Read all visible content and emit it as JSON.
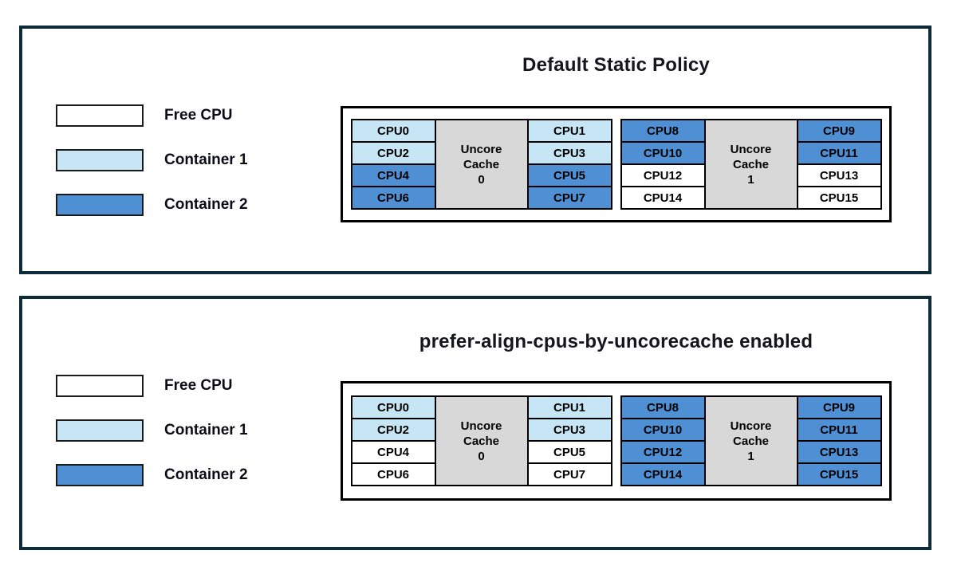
{
  "colors": {
    "free": "#FFFFFF",
    "container1": "#C6E6F5",
    "container2": "#4F90D5",
    "cache_gray": "#D8D8D8",
    "panel_border": "#0D2B39",
    "cell_border": "#000000"
  },
  "legend": {
    "items": [
      {
        "label": "Free CPU",
        "fill": "free"
      },
      {
        "label": "Container 1",
        "fill": "container1"
      },
      {
        "label": "Container 2",
        "fill": "container2"
      }
    ]
  },
  "panels": [
    {
      "title": "Default Static Policy",
      "groups": [
        {
          "cache": {
            "lines": [
              "Uncore",
              "Cache",
              "0"
            ]
          },
          "left": [
            {
              "label": "CPU0",
              "fill": "container1"
            },
            {
              "label": "CPU2",
              "fill": "container1"
            },
            {
              "label": "CPU4",
              "fill": "container2"
            },
            {
              "label": "CPU6",
              "fill": "container2"
            }
          ],
          "right": [
            {
              "label": "CPU1",
              "fill": "container1"
            },
            {
              "label": "CPU3",
              "fill": "container1"
            },
            {
              "label": "CPU5",
              "fill": "container2"
            },
            {
              "label": "CPU7",
              "fill": "container2"
            }
          ]
        },
        {
          "cache": {
            "lines": [
              "Uncore",
              "Cache",
              "1"
            ]
          },
          "left": [
            {
              "label": "CPU8",
              "fill": "container2"
            },
            {
              "label": "CPU10",
              "fill": "container2"
            },
            {
              "label": "CPU12",
              "fill": "free"
            },
            {
              "label": "CPU14",
              "fill": "free"
            }
          ],
          "right": [
            {
              "label": "CPU9",
              "fill": "container2"
            },
            {
              "label": "CPU11",
              "fill": "container2"
            },
            {
              "label": "CPU13",
              "fill": "free"
            },
            {
              "label": "CPU15",
              "fill": "free"
            }
          ]
        }
      ]
    },
    {
      "title": "prefer-align-cpus-by-uncorecache enabled",
      "groups": [
        {
          "cache": {
            "lines": [
              "Uncore",
              "Cache",
              "0"
            ]
          },
          "left": [
            {
              "label": "CPU0",
              "fill": "container1"
            },
            {
              "label": "CPU2",
              "fill": "container1"
            },
            {
              "label": "CPU4",
              "fill": "free"
            },
            {
              "label": "CPU6",
              "fill": "free"
            }
          ],
          "right": [
            {
              "label": "CPU1",
              "fill": "container1"
            },
            {
              "label": "CPU3",
              "fill": "container1"
            },
            {
              "label": "CPU5",
              "fill": "free"
            },
            {
              "label": "CPU7",
              "fill": "free"
            }
          ]
        },
        {
          "cache": {
            "lines": [
              "Uncore",
              "Cache",
              "1"
            ]
          },
          "left": [
            {
              "label": "CPU8",
              "fill": "container2"
            },
            {
              "label": "CPU10",
              "fill": "container2"
            },
            {
              "label": "CPU12",
              "fill": "container2"
            },
            {
              "label": "CPU14",
              "fill": "container2"
            }
          ],
          "right": [
            {
              "label": "CPU9",
              "fill": "container2"
            },
            {
              "label": "CPU11",
              "fill": "container2"
            },
            {
              "label": "CPU13",
              "fill": "container2"
            },
            {
              "label": "CPU15",
              "fill": "container2"
            }
          ]
        }
      ]
    }
  ]
}
